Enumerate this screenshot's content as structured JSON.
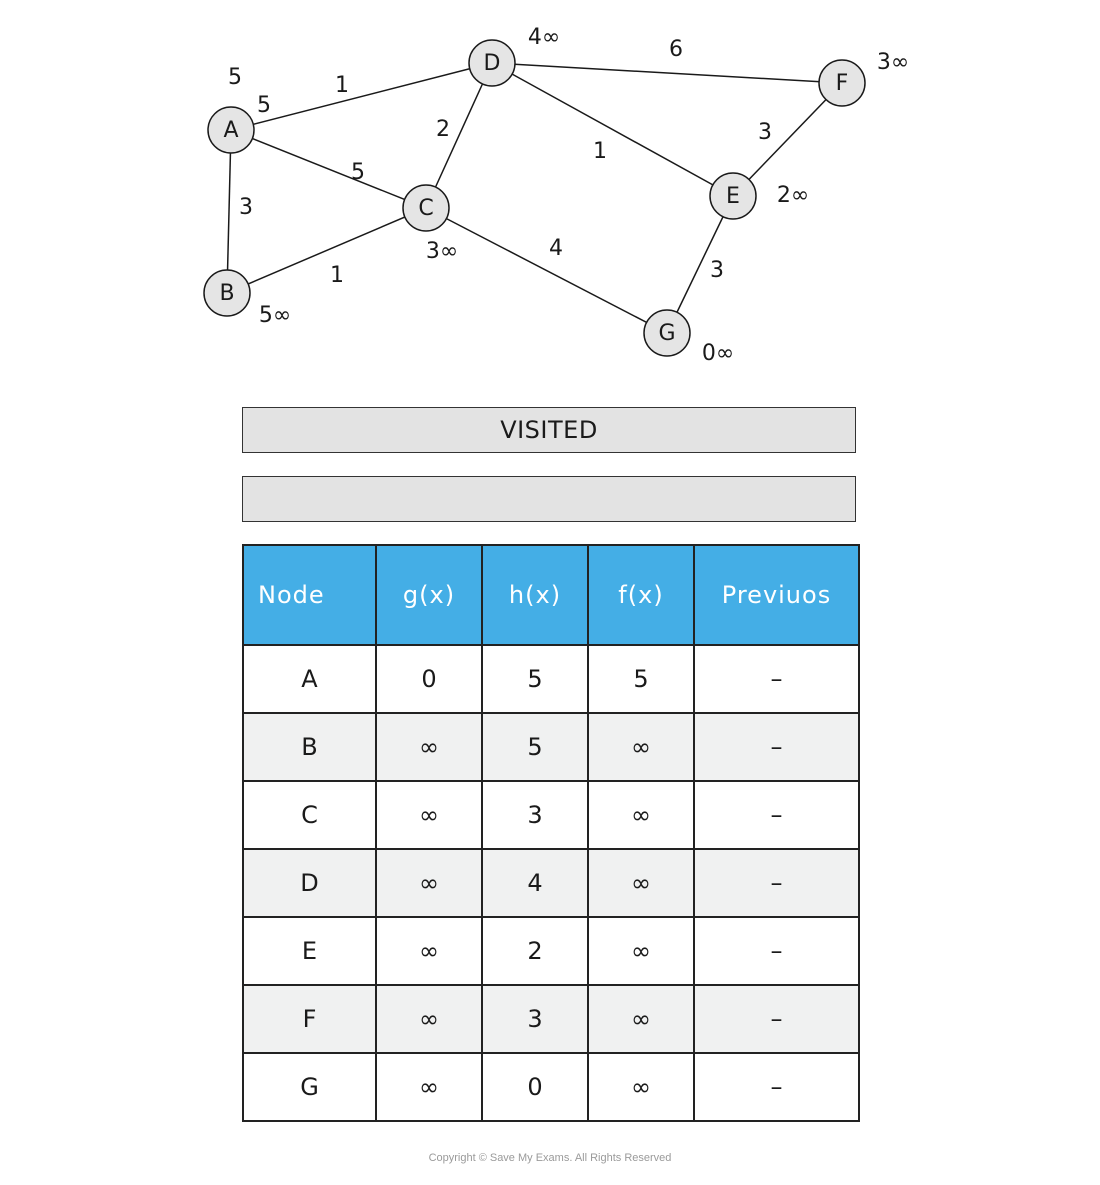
{
  "graph": {
    "nodes": [
      {
        "id": "A",
        "heuristic_label": "5",
        "gx_label": "5"
      },
      {
        "id": "B",
        "heuristic_label": "5∞"
      },
      {
        "id": "C",
        "heuristic_label": "3∞"
      },
      {
        "id": "D",
        "heuristic_label": "4∞"
      },
      {
        "id": "E",
        "heuristic_label": "2∞"
      },
      {
        "id": "F",
        "heuristic_label": "3∞"
      },
      {
        "id": "G",
        "heuristic_label": "0∞"
      }
    ],
    "edges": [
      {
        "from": "A",
        "to": "D",
        "weight": "1"
      },
      {
        "from": "A",
        "to": "C",
        "weight": "5"
      },
      {
        "from": "A",
        "to": "B",
        "weight": "3"
      },
      {
        "from": "B",
        "to": "C",
        "weight": "1"
      },
      {
        "from": "D",
        "to": "C",
        "weight": "2"
      },
      {
        "from": "D",
        "to": "F",
        "weight": "6"
      },
      {
        "from": "D",
        "to": "E",
        "weight": "1"
      },
      {
        "from": "E",
        "to": "F",
        "weight": "3"
      },
      {
        "from": "C",
        "to": "G",
        "weight": "4"
      },
      {
        "from": "E",
        "to": "G",
        "weight": "3"
      }
    ]
  },
  "visited": {
    "label": "VISITED",
    "items": ""
  },
  "table": {
    "headers": [
      "Node",
      "g(x)",
      "h(x)",
      "f(x)",
      "Previuos"
    ],
    "rows": [
      [
        "A",
        "0",
        "5",
        "5",
        "–"
      ],
      [
        "B",
        "∞",
        "5",
        "∞",
        "–"
      ],
      [
        "C",
        "∞",
        "3",
        "∞",
        "–"
      ],
      [
        "D",
        "∞",
        "4",
        "∞",
        "–"
      ],
      [
        "E",
        "∞",
        "2",
        "∞",
        "–"
      ],
      [
        "F",
        "∞",
        "3",
        "∞",
        "–"
      ],
      [
        "G",
        "∞",
        "0",
        "∞",
        "–"
      ]
    ]
  },
  "footer": {
    "copyright": "Copyright © Save My Exams. All Rights Reserved"
  }
}
